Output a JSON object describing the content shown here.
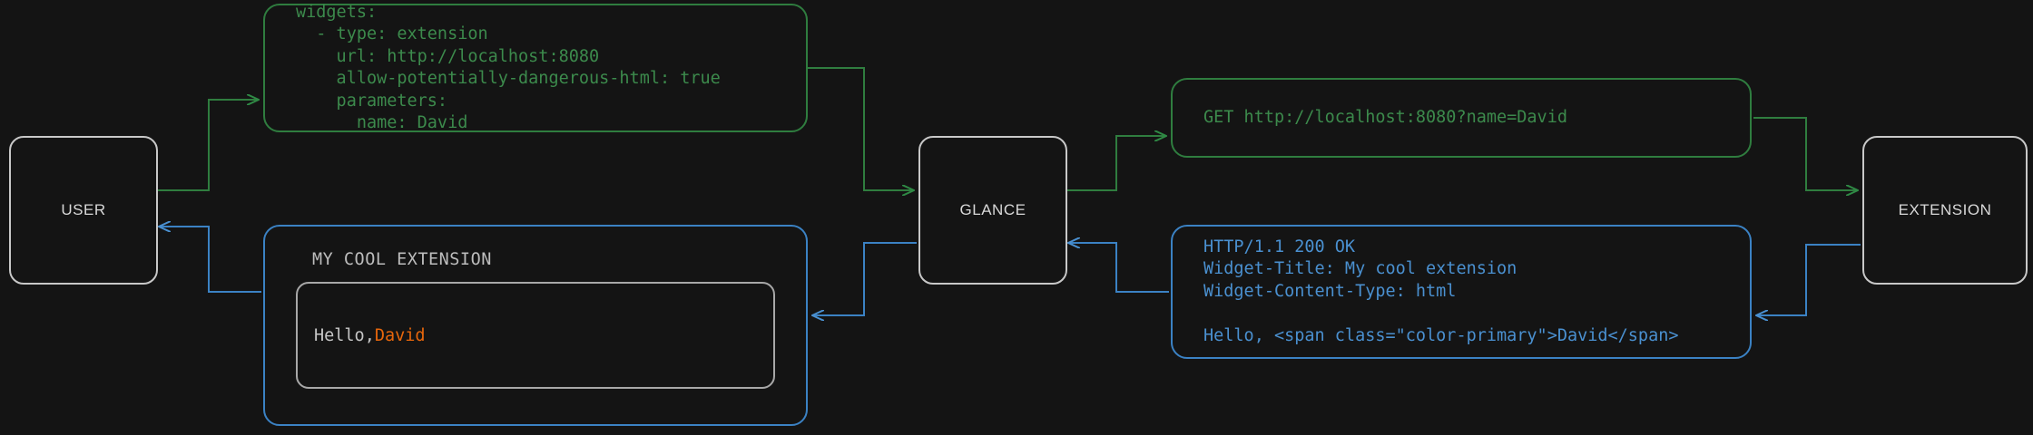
{
  "diagram": {
    "title": "Glance extension request flow",
    "background_color": "#141414",
    "colors": {
      "request_green": "#2f7d3f",
      "request_green_text": "#3c8a4c",
      "response_blue": "#3b82c4",
      "response_blue_text": "#4a90d0",
      "node_border": "#c8c8c8",
      "accent_orange": "#e8670c"
    }
  },
  "nodes": {
    "user": {
      "label": "USER"
    },
    "glance": {
      "label": "GLANCE"
    },
    "extension": {
      "label": "EXTENSION"
    }
  },
  "boxes": {
    "yaml_config": {
      "kind": "request",
      "text": "widgets:\n  - type: extension\n    url: http://localhost:8080\n    allow-potentially-dangerous-html: true\n    parameters:\n      name: David"
    },
    "http_request": {
      "kind": "request",
      "text": "GET http://localhost:8080?name=David"
    },
    "http_response": {
      "kind": "response",
      "text": "HTTP/1.1 200 OK\nWidget-Title: My cool extension\nWidget-Content-Type: html\n\nHello, <span class=\"color-primary\">David</span>"
    },
    "rendered_widget": {
      "kind": "response",
      "title": "MY COOL EXTENSION",
      "greeting_prefix": "Hello, ",
      "greeting_name": "David"
    }
  },
  "arrows": [
    {
      "name": "user-to-yaml",
      "kind": "request",
      "from": "user",
      "to": "yaml_config"
    },
    {
      "name": "yaml-to-glance",
      "kind": "request",
      "from": "yaml_config",
      "to": "glance"
    },
    {
      "name": "glance-to-http-request",
      "kind": "request",
      "from": "glance",
      "to": "http_request"
    },
    {
      "name": "http-request-to-extension",
      "kind": "request",
      "from": "http_request",
      "to": "extension"
    },
    {
      "name": "extension-to-http-response",
      "kind": "response",
      "from": "extension",
      "to": "http_response"
    },
    {
      "name": "http-response-to-glance",
      "kind": "response",
      "from": "http_response",
      "to": "glance"
    },
    {
      "name": "glance-to-rendered-widget",
      "kind": "response",
      "from": "glance",
      "to": "rendered_widget"
    },
    {
      "name": "rendered-widget-to-user",
      "kind": "response",
      "from": "rendered_widget",
      "to": "user"
    }
  ]
}
